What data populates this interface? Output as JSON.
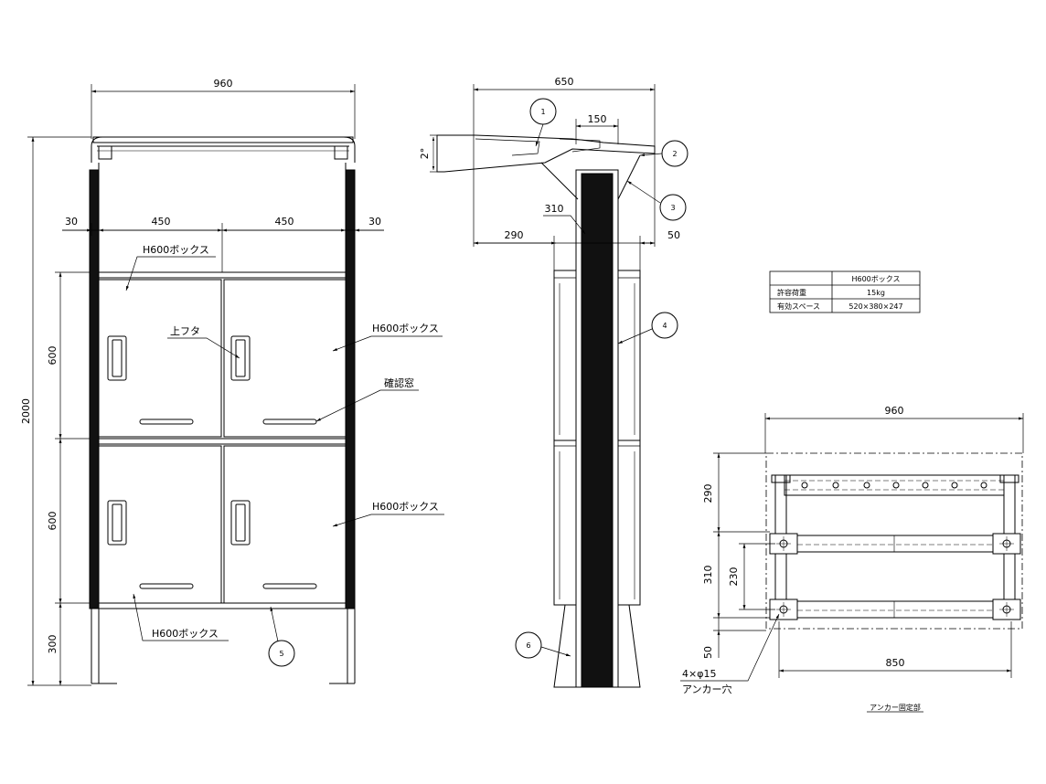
{
  "front_view": {
    "width": "960",
    "height": "2000",
    "side_margin_left": "30",
    "side_margin_right": "30",
    "col_left": "450",
    "col_right": "450",
    "row_top": "600",
    "row_bottom": "600",
    "leg": "300",
    "box_label_top_left": "H600ボックス",
    "box_label_top_right": "H600ボックス",
    "box_label_bottom_right": "H600ボックス",
    "box_label_bottom_left": "H600ボックス",
    "lid_label": "上フタ",
    "window_label": "確認窓",
    "balloon_5": "5"
  },
  "side_view": {
    "width": "650",
    "dim_150": "150",
    "angle": "2°",
    "dim_310": "310",
    "dim_290": "290",
    "dim_50": "50",
    "balloons": [
      "1",
      "2",
      "3",
      "4",
      "6"
    ]
  },
  "spec_table": {
    "header": "H600ボックス",
    "rows": [
      {
        "label": "許容荷重",
        "value": "15kg"
      },
      {
        "label": "有効スペース",
        "value": "520×380×247"
      }
    ]
  },
  "plan_view": {
    "width": "960",
    "inner_width": "850",
    "dim_290": "290",
    "dim_310": "310",
    "dim_230": "230",
    "dim_50": "50",
    "hole_label_1": "4×φ15",
    "hole_label_2": "アンカー穴",
    "caption": "アンカー固定部"
  }
}
